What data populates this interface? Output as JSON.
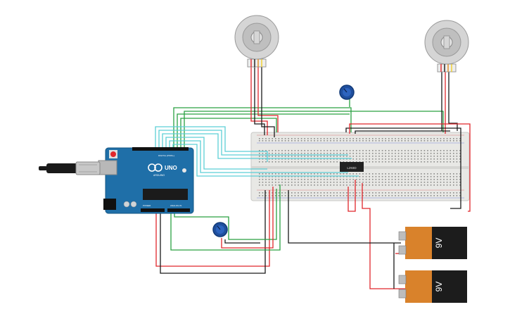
{
  "colors": {
    "red": "#e0262b",
    "black": "#1a1a1a",
    "green": "#2aa042",
    "cyan": "#5ccfd6",
    "arduino_blue": "#1f6fa8",
    "breadboard": "#e9e9e6",
    "battery_orange": "#e08a1e"
  },
  "arduino": {
    "board": "UNO",
    "brand": "ARDUINO",
    "digital_label": "DIGITAL (PWM~)",
    "power_label": "POWER",
    "analog_label": "ANALOG IN"
  },
  "chip": {
    "label": "L293D"
  },
  "batteries": [
    {
      "label": "9V"
    },
    {
      "label": "9V"
    }
  ],
  "motors": [
    {
      "name": "motor-left"
    },
    {
      "name": "motor-right"
    }
  ],
  "potentiometers": [
    {
      "name": "pot-top"
    },
    {
      "name": "pot-bottom"
    }
  ],
  "icons": [
    "usb-plug-icon",
    "reset-button-icon",
    "infinity-logo-icon"
  ]
}
